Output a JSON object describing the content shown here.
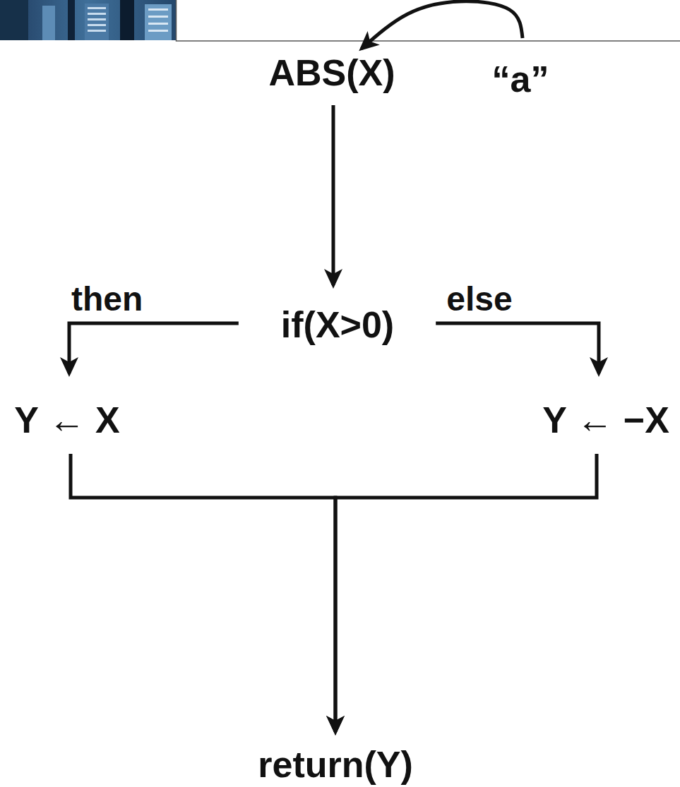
{
  "diagram": {
    "nodes": [
      {
        "text": [
          "ABS(X)"
        ]
      },
      {
        "text": [
          "“a”"
        ]
      },
      {
        "text": [
          "if(X>0)"
        ]
      },
      {
        "text": [
          "Y ← X"
        ]
      },
      {
        "text": [
          "Y ← −X"
        ]
      },
      {
        "text": [
          "return(Y)"
        ]
      }
    ],
    "edges": [
      {
        "from": 1,
        "to": 0,
        "arrow": "to"
      },
      {
        "from": 0,
        "to": 2,
        "arrow": "to"
      },
      {
        "from": 2,
        "to": 3,
        "label": "then",
        "arrow": "to"
      },
      {
        "from": 2,
        "to": 4,
        "label": "else",
        "arrow": "to"
      },
      {
        "from": 3,
        "to": 5,
        "arrow": "to"
      },
      {
        "from": 4,
        "to": 5,
        "arrow": "to"
      }
    ]
  }
}
